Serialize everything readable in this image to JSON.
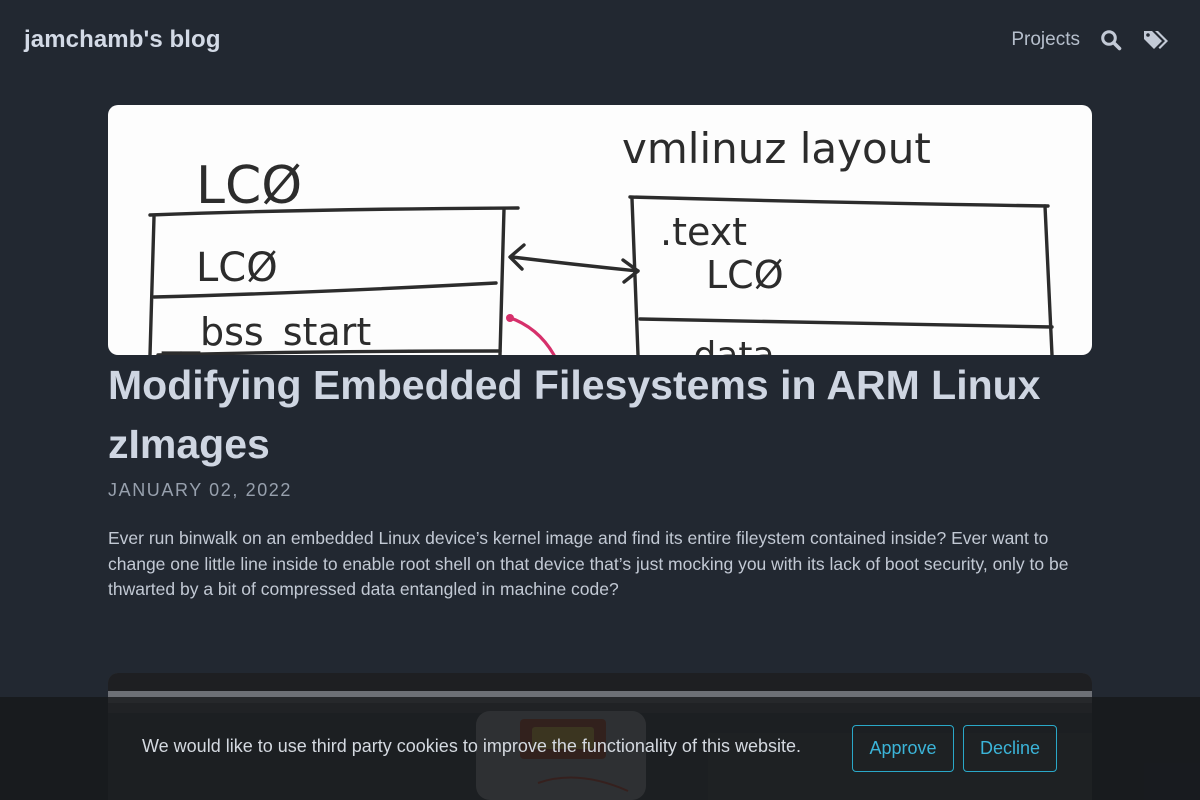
{
  "header": {
    "site_title": "jamchamb's blog",
    "nav": {
      "projects_label": "Projects",
      "search_icon": "search-icon",
      "tags_icon": "tags-icon"
    }
  },
  "post": {
    "title": "Modifying Embedded Filesystems in ARM Linux zImages",
    "date": "JANUARY 02, 2022",
    "excerpt": "Ever run binwalk on an embedded Linux device’s kernel image and find its entire fileystem contained inside? Ever want to change one little line inside to enable root shell on that device that’s just mocking you with its lack of boot security, only to be thwarted by a bit of compressed data entangled in machine code?",
    "hero_sketch": {
      "left_heading": "LCØ",
      "left_box": [
        "LCØ",
        "__bss_start"
      ],
      "right_heading": "vmlinuz layout",
      "right_box": [
        ".text",
        "LCØ",
        ".data"
      ]
    }
  },
  "cookie_banner": {
    "message": "We would like to use third party cookies to improve the functionality of this website.",
    "approve_label": "Approve",
    "decline_label": "Decline"
  },
  "colors": {
    "background": "#222831",
    "title": "#cfd6e2",
    "accent": "#3bb4d8"
  }
}
